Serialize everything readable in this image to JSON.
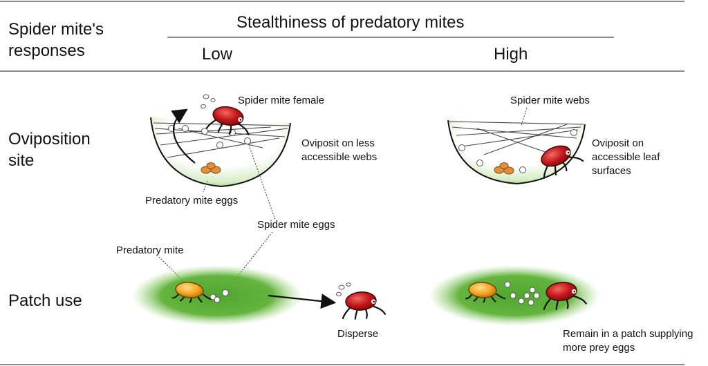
{
  "table": {
    "row_header": "Spider mite's responses",
    "column_group": "Stealthiness of predatory mites",
    "columns": [
      "Low",
      "High"
    ],
    "rows": [
      "Oviposition site",
      "Patch use"
    ]
  },
  "labels": {
    "spider_mite_female": "Spider mite female",
    "oviposit_low": "Oviposit on less accessible webs",
    "predatory_mite_eggs": "Predatory mite eggs",
    "spider_mite_eggs": "Spider mite eggs",
    "spider_mite_webs": "Spider mite webs",
    "oviposit_high": "Oviposit on accessible leaf surfaces",
    "predatory_mite": "Predatory mite",
    "disperse": "Disperse",
    "remain": "Remain in a patch supplying  more prey eggs"
  },
  "colors": {
    "spider_mite": "#c4161c",
    "predatory_mite": "#f4a21e",
    "leaf_green": "#4fa62e",
    "rule": "#8a8a8a"
  }
}
